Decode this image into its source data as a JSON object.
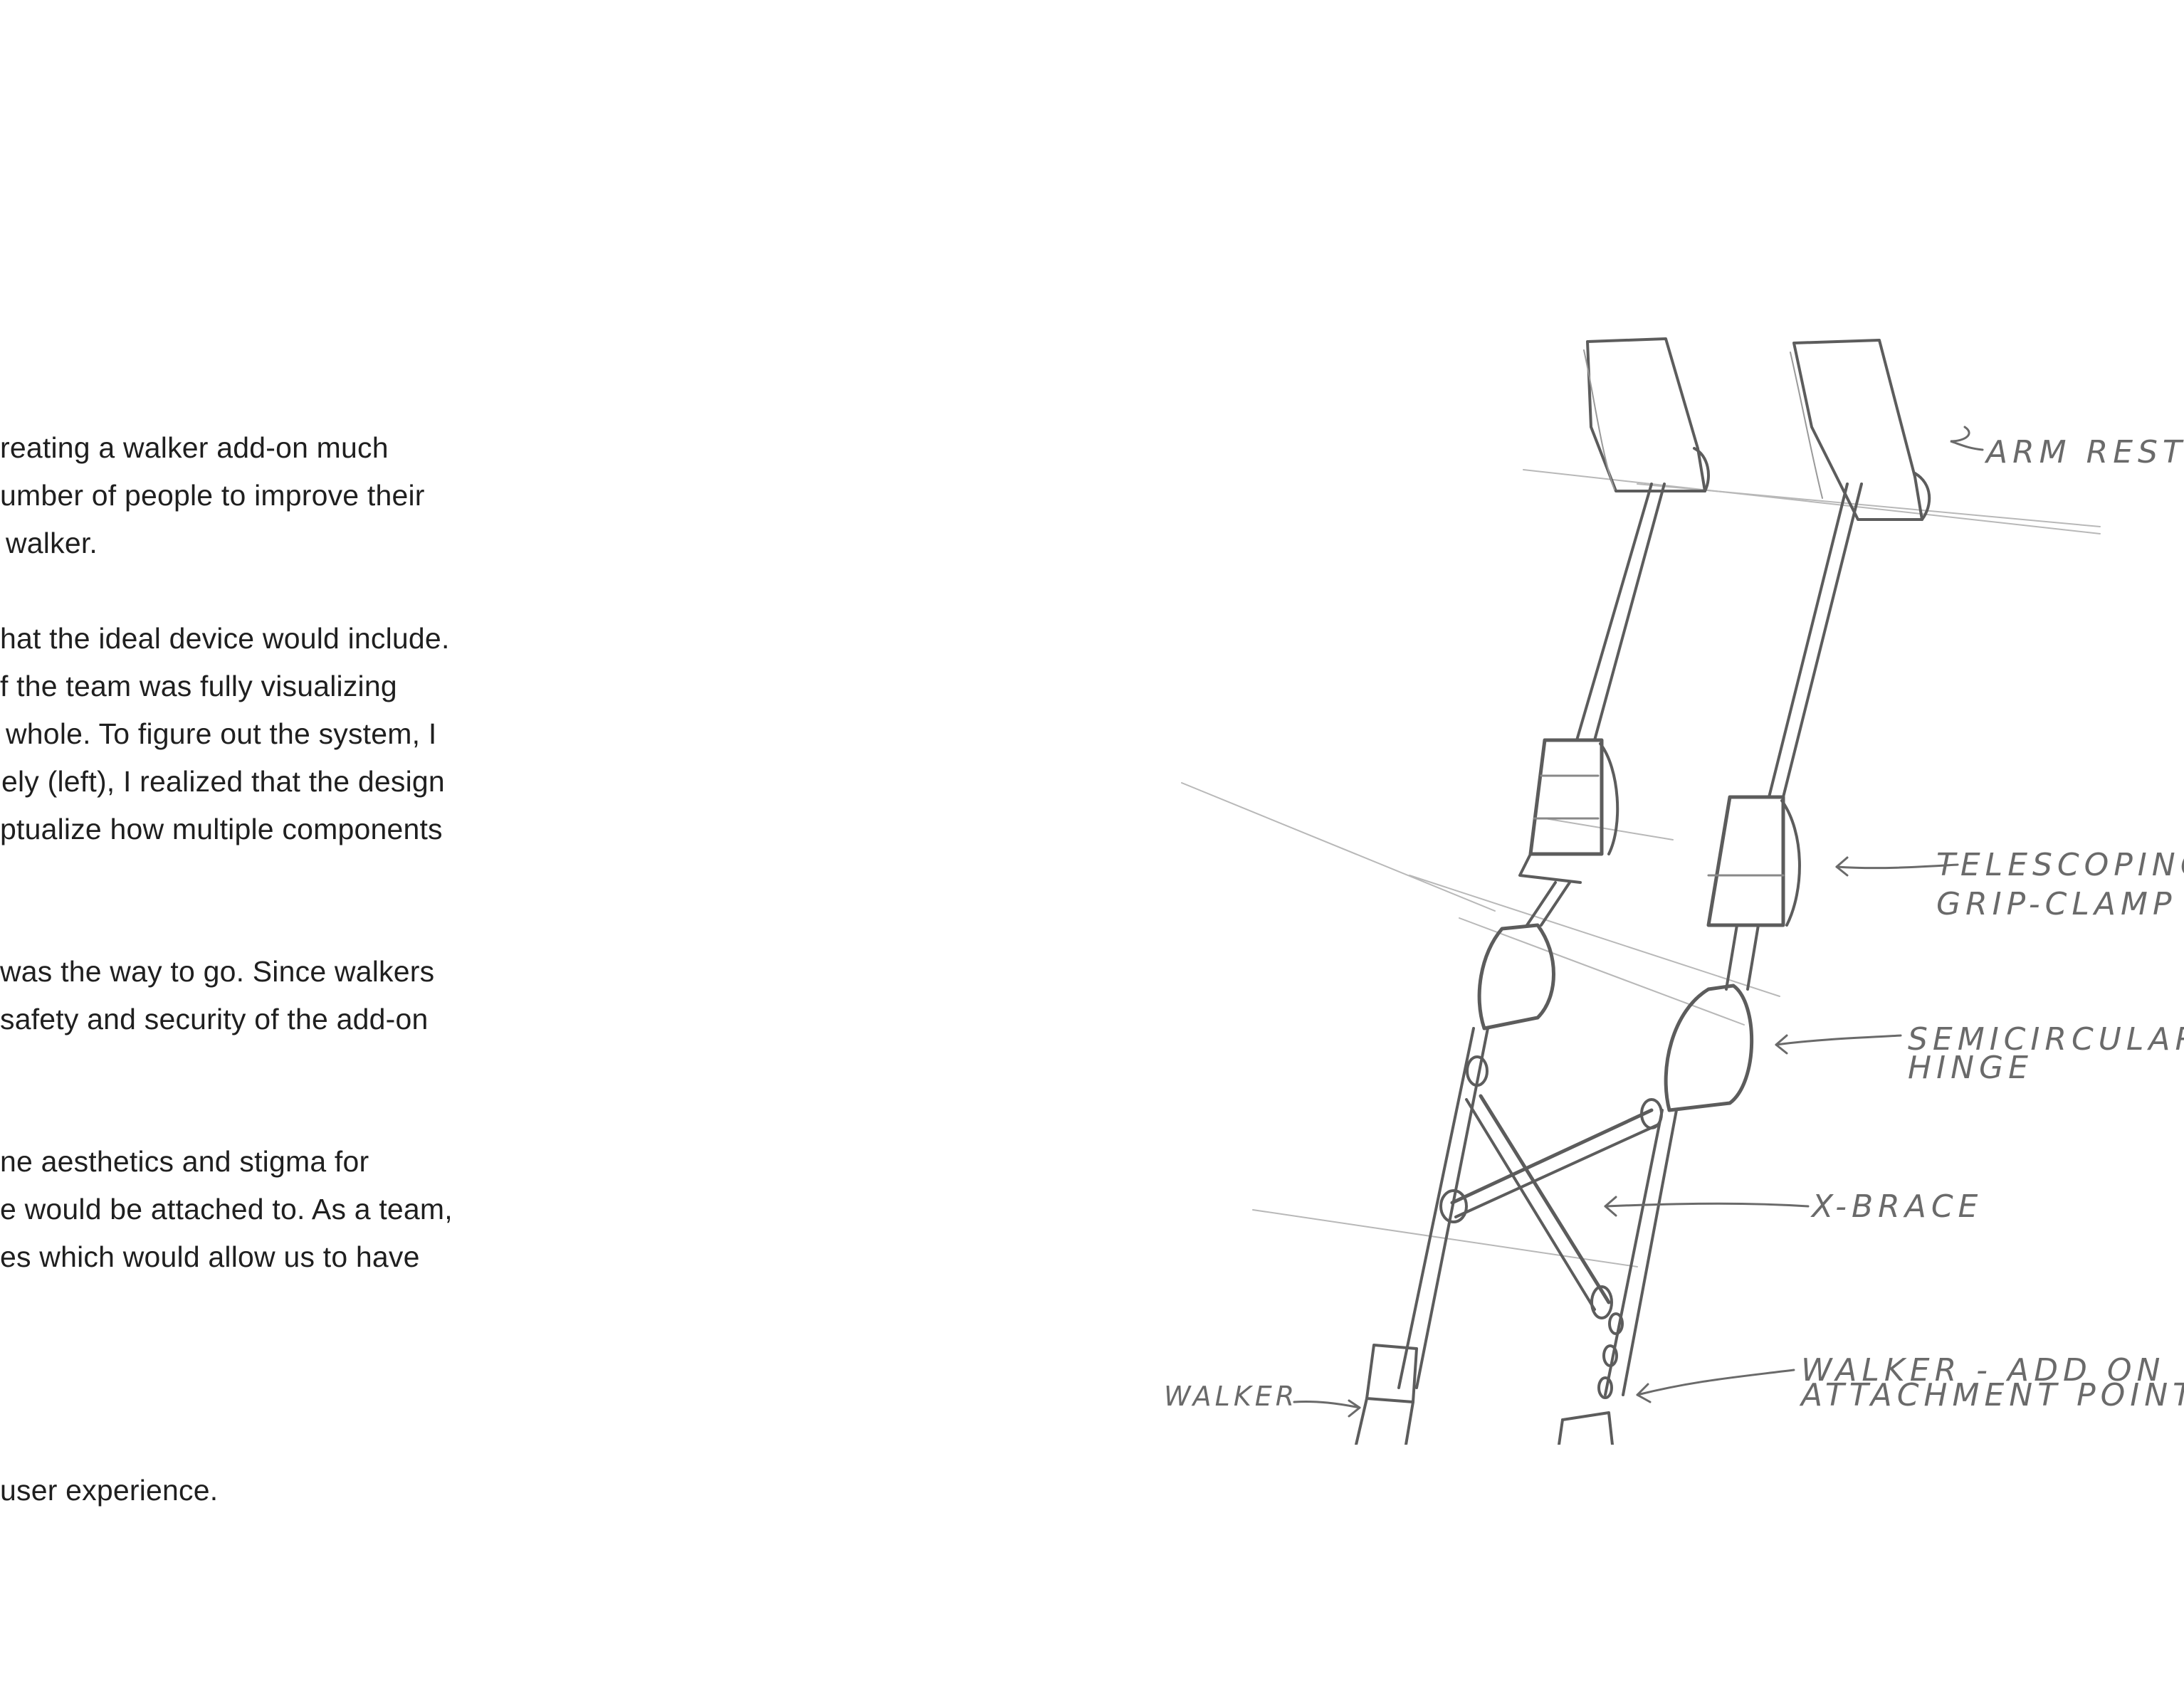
{
  "body_text": {
    "lines": [
      "reating a walker add-on much",
      "umber of people to improve their",
      "walker.",
      "hat the ideal device would include.",
      "f the team was fully visualizing",
      "whole. To figure out the system, I",
      "ely (left), I realized that the design",
      "ptualize how multiple components",
      "was the way to go. Since walkers",
      "safety and security of the add-on",
      "ne aesthetics and stigma for",
      "e would be attached to. As a team,",
      "es which would allow us to have",
      "user experience."
    ]
  },
  "sketch": {
    "labels": {
      "arm_rests": "ARM RESTS",
      "telescoping_1": "TELESCOPING",
      "telescoping_2": "GRIP-CLAMP",
      "semicircular_1": "SEMICIRCULAR",
      "semicircular_2": "HINGE",
      "x_brace": "X-BRACE",
      "attach_1": "WALKER - ADD ON",
      "attach_2": "ATTACHMENT POINT",
      "walker": "WALKER"
    }
  },
  "colors": {
    "text": "#1f1f1f",
    "pencil": "#5a5a5a",
    "pencil_light": "#b5b5b5",
    "label": "#6a6a6a"
  }
}
